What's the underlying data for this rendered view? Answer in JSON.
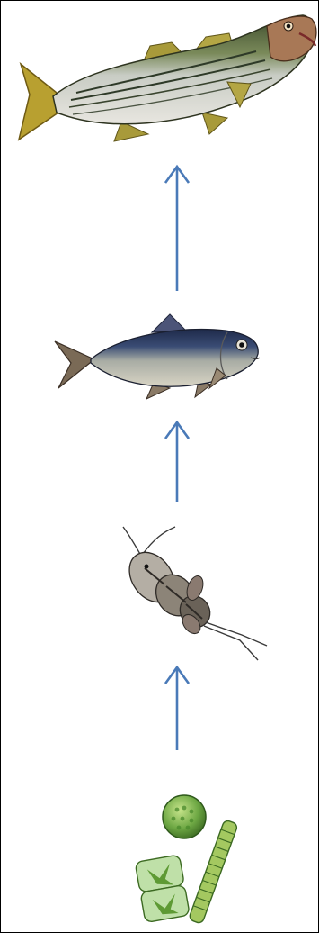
{
  "food_chain": {
    "levels": [
      {
        "id": "striped-bass",
        "icon": "striped-bass-icon"
      },
      {
        "id": "herring",
        "icon": "herring-fish-icon"
      },
      {
        "id": "zooplankton",
        "icon": "copepod-icon"
      },
      {
        "id": "phytoplankton",
        "icon": "phytoplankton-icon"
      }
    ],
    "arrow_color": "#4a7ab8",
    "arrow_direction": "up"
  },
  "colors": {
    "border": "#000000",
    "background": "#ffffff"
  }
}
